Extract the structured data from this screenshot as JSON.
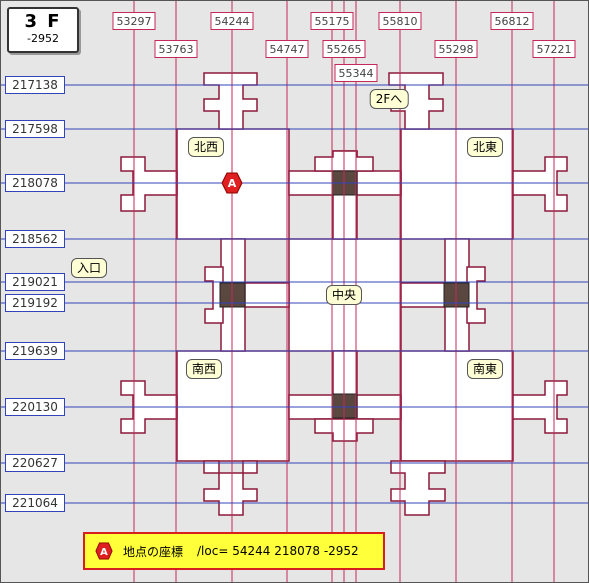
{
  "floor": {
    "name": "3 F",
    "z": "-2952"
  },
  "x_lines": [
    {
      "label": "53297",
      "row": 1
    },
    {
      "label": "53763",
      "row": 2
    },
    {
      "label": "54244",
      "row": 1
    },
    {
      "label": "54747",
      "row": 2
    },
    {
      "label": "55175",
      "row": 1
    },
    {
      "label": "55265",
      "row": 2
    },
    {
      "label": "55344",
      "row": 3
    },
    {
      "label": "55810",
      "row": 1
    },
    {
      "label": "55298",
      "row": 2
    },
    {
      "label": "56812",
      "row": 1
    },
    {
      "label": "57221",
      "row": 2
    }
  ],
  "y_lines": [
    "217138",
    "217598",
    "218078",
    "218562",
    "219021",
    "219192",
    "219639",
    "220130",
    "220627",
    "221064"
  ],
  "areas": {
    "northwest": "北西",
    "northeast": "北東",
    "center": "中央",
    "southwest": "南西",
    "southeast": "南東",
    "to_2f": "2F",
    "entrance": "入口"
  },
  "marker": {
    "letter": "A",
    "x": "54244",
    "y": "218078"
  },
  "legend": {
    "label": "地点の座標",
    "command": "/loc= 54244 218078 -2952"
  },
  "colors": {
    "background": "#e6e6e6",
    "floor": "#ffffff",
    "wall": "#8b1a3a",
    "pillar": "#5a4740",
    "x_line": "#c6285a",
    "y_line": "#3344bb",
    "marker": "#e02020",
    "legend_bg": "#ffff3a",
    "legend_border": "#d62020",
    "area_label_bg": "#ffffd6"
  }
}
